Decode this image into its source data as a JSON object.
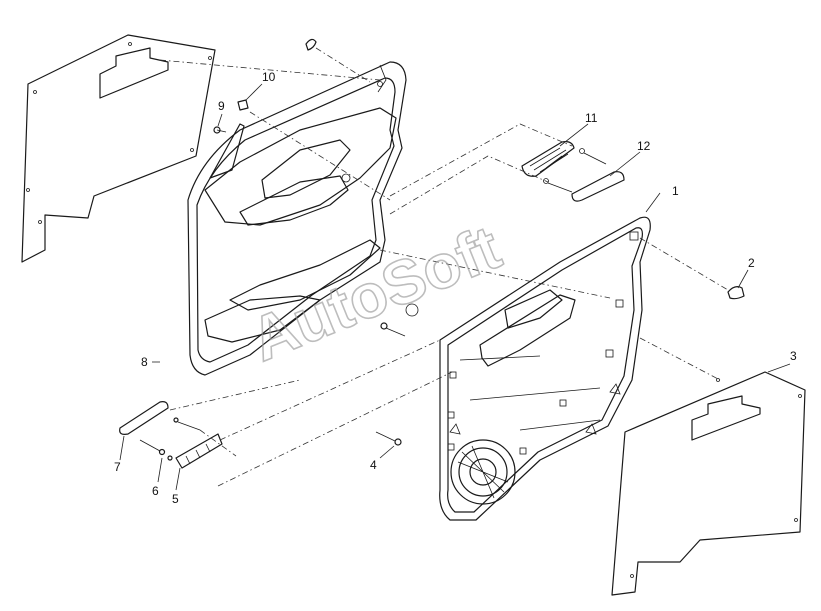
{
  "watermark": "AutoSoft",
  "callouts": [
    "1",
    "2",
    "3",
    "4",
    "5",
    "6",
    "7",
    "8",
    "9",
    "10",
    "11",
    "12"
  ]
}
